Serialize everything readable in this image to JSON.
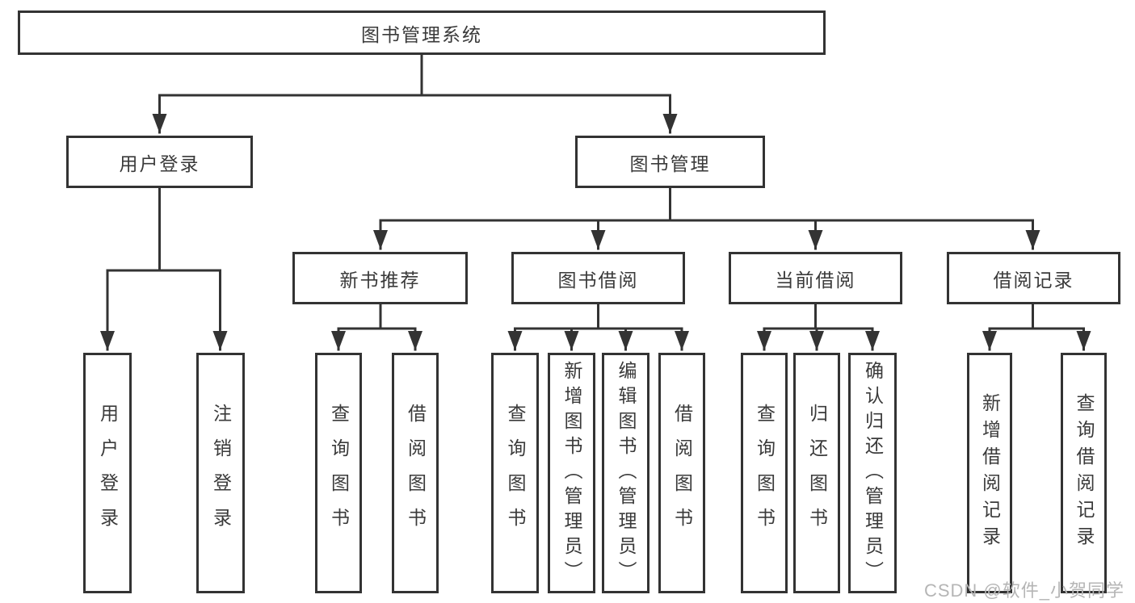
{
  "diagram": {
    "title": "图书管理系统",
    "root": {
      "label": "图书管理系统"
    },
    "level2": [
      {
        "id": "user-login",
        "label": "用户登录"
      },
      {
        "id": "book-management",
        "label": "图书管理"
      }
    ],
    "level3": [
      {
        "id": "new-book-recommend",
        "label": "新书推荐"
      },
      {
        "id": "book-borrow",
        "label": "图书借阅"
      },
      {
        "id": "current-borrow",
        "label": "当前借阅"
      },
      {
        "id": "borrow-records",
        "label": "借阅记录"
      }
    ],
    "leaves": {
      "user_login": [
        "用户登录",
        "注销登录"
      ],
      "new_book": [
        "查询图书",
        "借阅图书"
      ],
      "borrow": [
        "查询图书",
        "新增图书（管理员）",
        "编辑图书（管理员）",
        "借阅图书"
      ],
      "current": [
        "查询图书",
        "归还图书",
        "确认归还（管理员）"
      ],
      "records": [
        "新增借阅记录",
        "查询借阅记录"
      ]
    }
  },
  "watermark": "CSDN @软件_小贺同学",
  "colors": {
    "line": "#333333",
    "box_border": "#333333",
    "text": "#3a3a3a",
    "watermark": "#b5b5b5",
    "background": "#ffffff"
  }
}
